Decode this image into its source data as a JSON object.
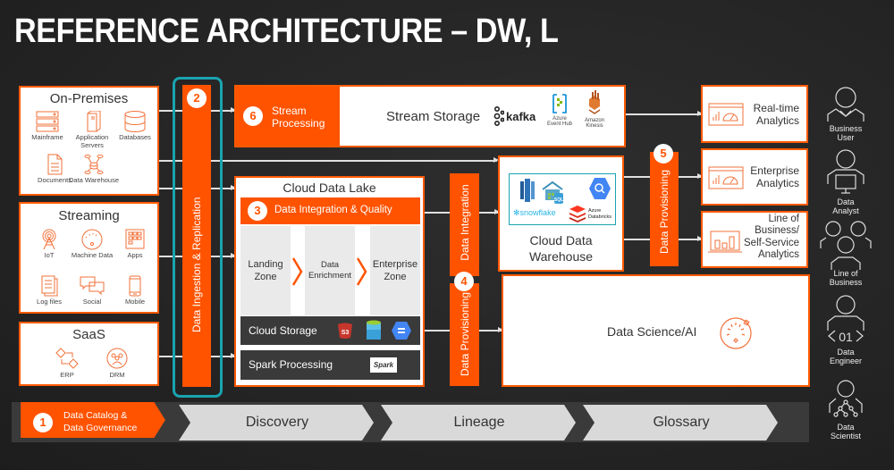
{
  "title": "REFERENCE ARCHITECTURE – DW, L",
  "colors": {
    "accent": "#ff5300",
    "highlight": "#1aa3b0",
    "background": "#262626"
  },
  "sources": {
    "on_premises": {
      "title": "On-Premises",
      "items": [
        {
          "label": "Mainframe",
          "icon": "server-rack-icon"
        },
        {
          "label": "Application Servers",
          "icon": "app-server-icon"
        },
        {
          "label": "Databases",
          "icon": "database-icon"
        },
        {
          "label": "Documents",
          "icon": "document-icon"
        },
        {
          "label": "Data Warehouse",
          "icon": "data-warehouse-icon"
        }
      ]
    },
    "streaming": {
      "title": "Streaming",
      "items": [
        {
          "label": "IoT",
          "icon": "antenna-icon"
        },
        {
          "label": "Machine Data",
          "icon": "gauge-icon"
        },
        {
          "label": "Apps",
          "icon": "apps-grid-icon"
        },
        {
          "label": "Log files",
          "icon": "log-files-icon"
        },
        {
          "label": "Social",
          "icon": "chat-bubbles-icon"
        },
        {
          "label": "Mobile",
          "icon": "mobile-phone-icon"
        }
      ]
    },
    "saas": {
      "title": "SaaS",
      "items": [
        {
          "label": "ERP",
          "icon": "erp-cycle-icon"
        },
        {
          "label": "DRM",
          "icon": "people-cycle-icon"
        }
      ]
    }
  },
  "ingestion": {
    "number": "2",
    "label": "Data Ingestion  & Replication"
  },
  "stream": {
    "number": "6",
    "processing_label_1": "Stream",
    "processing_label_2": "Processing",
    "storage_label": "Stream Storage",
    "logos": [
      {
        "label": "kafka",
        "icon": "kafka-logo-icon"
      },
      {
        "label": "Azure Event Hub",
        "icon": "azure-event-hub-icon"
      },
      {
        "label": "Amazon Kinesis",
        "icon": "amazon-kinesis-icon"
      }
    ]
  },
  "data_lake": {
    "title": "Cloud Data Lake",
    "integration": {
      "number": "3",
      "label": "Data Integration & Quality"
    },
    "zones": [
      {
        "line1": "Landing",
        "line2": "Zone"
      },
      {
        "line1": "Data",
        "line2": "Enrichment"
      },
      {
        "line1": "Enterprise",
        "line2": "Zone"
      }
    ],
    "cloud_storage": {
      "label": "Cloud Storage",
      "logos": [
        "S3",
        "Azure Storage",
        "Google Cloud Storage"
      ]
    },
    "spark": {
      "label": "Spark Processing",
      "logo": "Spark"
    }
  },
  "middle": {
    "number": "4",
    "integration_label": "Data Integration",
    "provisioning_label": "Data Provisioning"
  },
  "warehouse": {
    "title_1": "Cloud Data",
    "title_2": "Warehouse",
    "logos": {
      "snowflake": "snowflake",
      "azure_1": "Azure",
      "azure_2": "Databricks",
      "sql": "SQL"
    }
  },
  "provisioning": {
    "number": "5",
    "label": "Data Provisioning"
  },
  "data_science": {
    "label": "Data Science/AI"
  },
  "analytics": [
    {
      "lines": [
        "Real-time",
        "Analytics"
      ]
    },
    {
      "lines": [
        "Enterprise",
        "Analytics"
      ]
    },
    {
      "lines": [
        "Line of",
        "Business/",
        "Self-Service",
        "Analytics"
      ]
    }
  ],
  "personas": [
    {
      "line1": "Business",
      "line2": "User"
    },
    {
      "line1": "Data",
      "line2": "Analyst"
    },
    {
      "line1": "Line of",
      "line2": "Business"
    },
    {
      "line1": "Data",
      "line2": "Engineer"
    },
    {
      "line1": "Data",
      "line2": "Scientist"
    }
  ],
  "governance": {
    "number": "1",
    "line1": "Data Catalog &",
    "line2": "Data Governance",
    "steps": [
      "Discovery",
      "Lineage",
      "Glossary"
    ]
  }
}
